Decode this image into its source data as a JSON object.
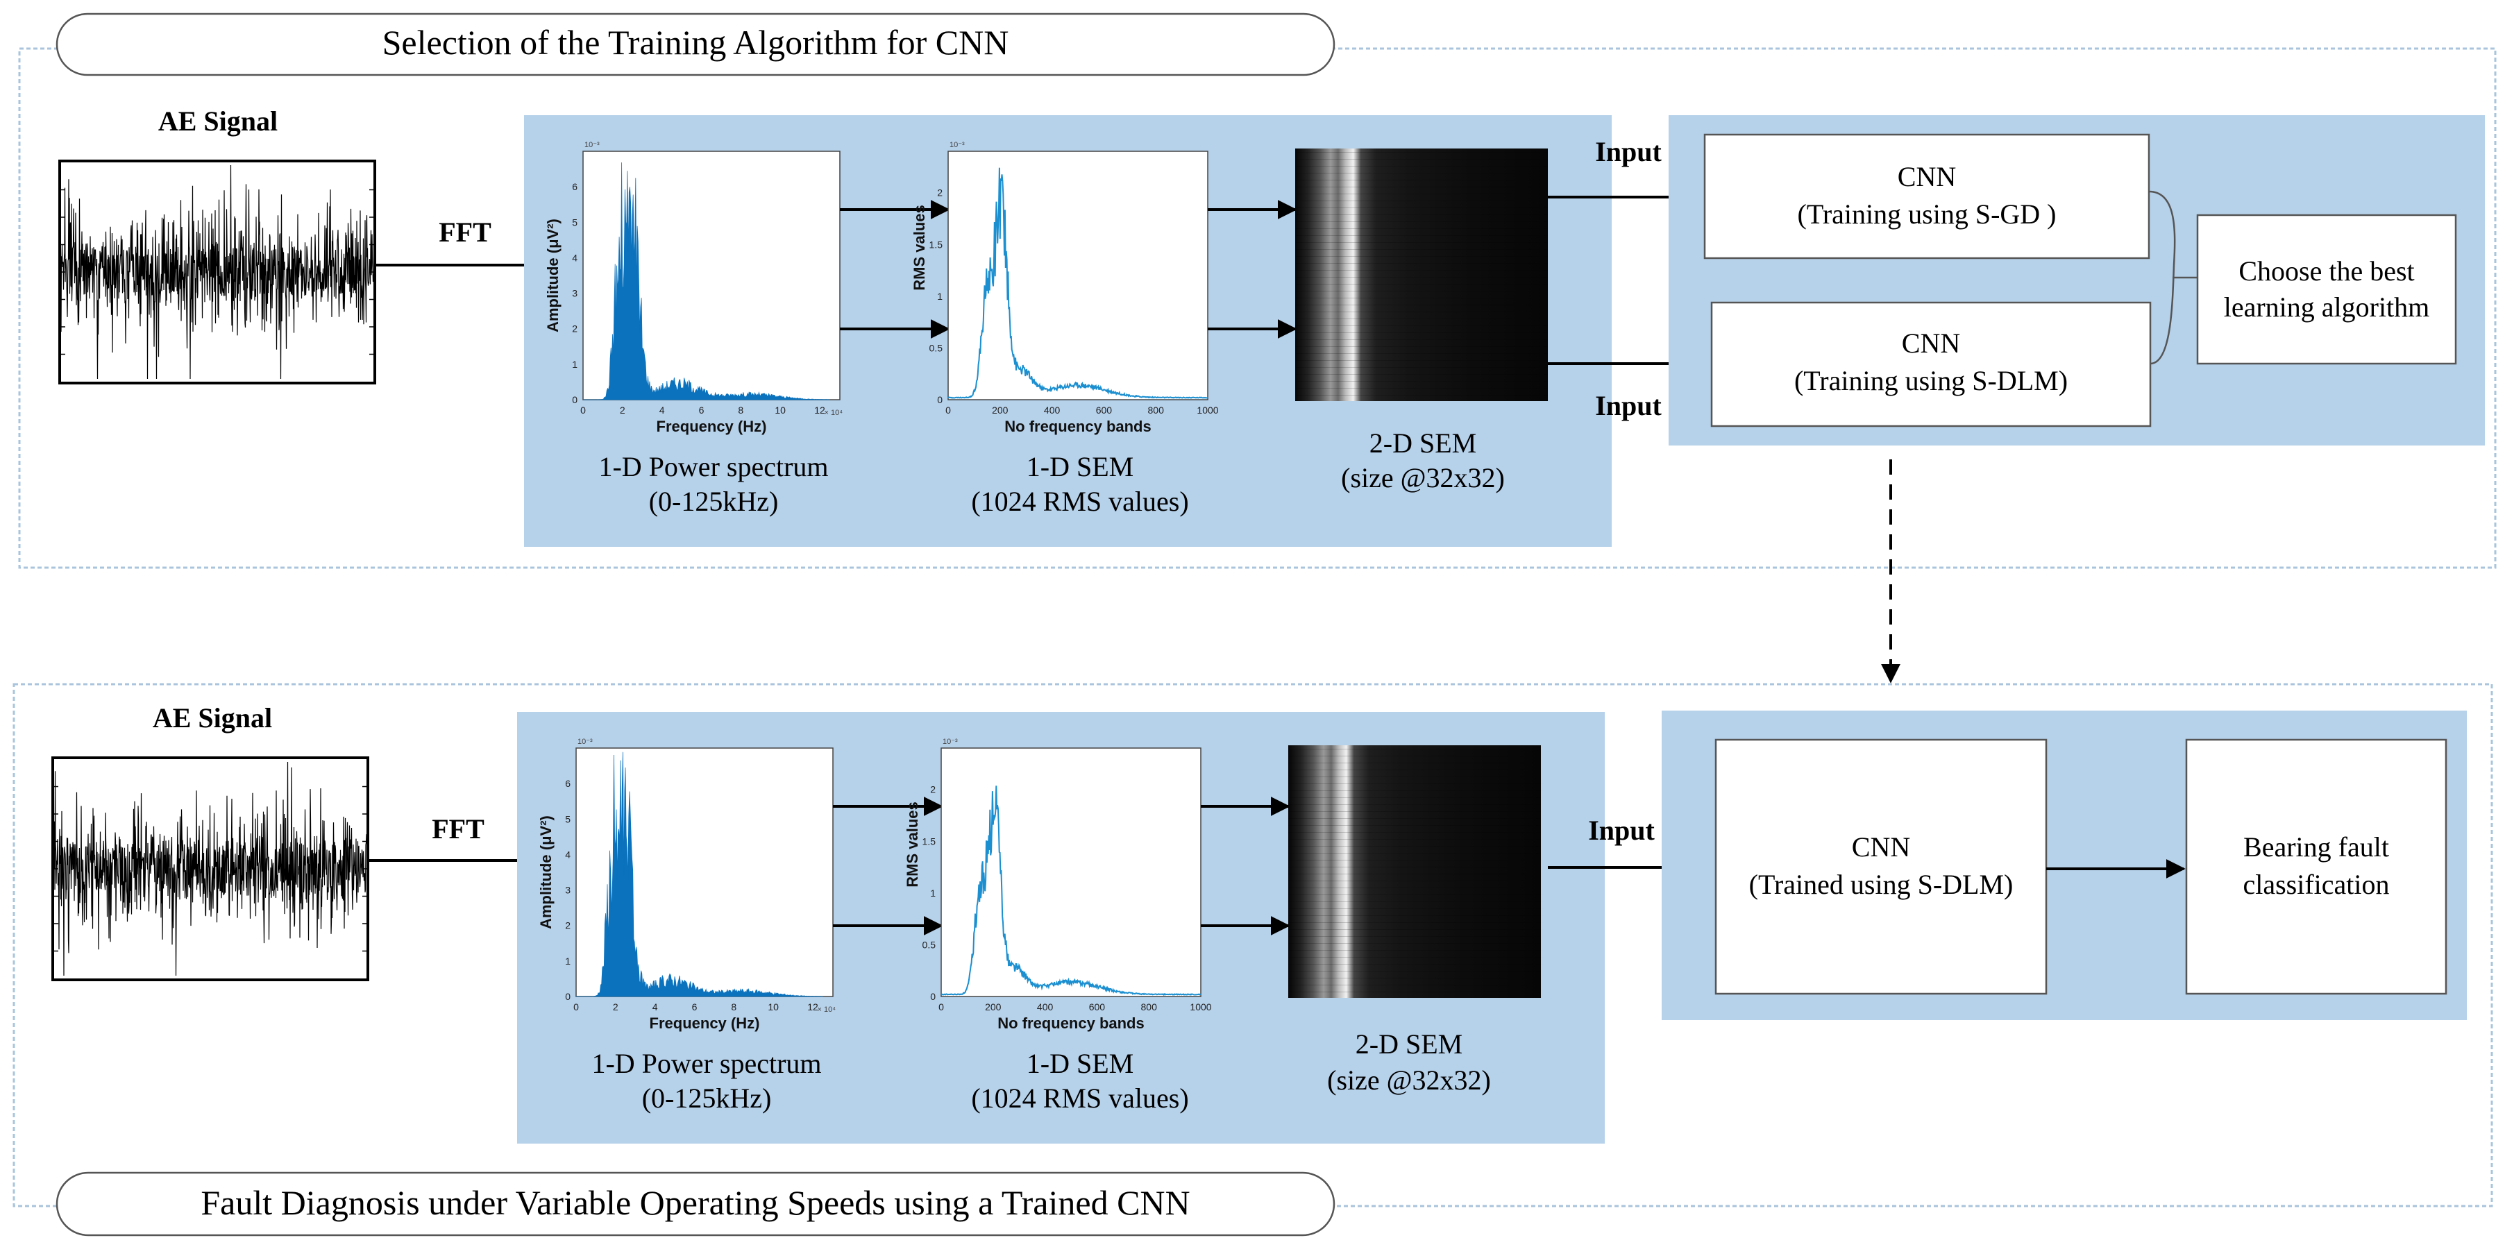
{
  "top_section": {
    "title": "Selection of the Training Algorithm for CNN",
    "signal_title": "AE Signal",
    "fft_label": "FFT",
    "power_spectrum": {
      "y_label": "Amplitude (μV²)",
      "x_label": "Frequency (Hz)",
      "exp_y": "10⁻³",
      "exp_x": "× 10⁴",
      "y_ticks": [
        "0",
        "1",
        "2",
        "3",
        "4",
        "5",
        "6"
      ],
      "x_ticks": [
        "0",
        "2",
        "4",
        "6",
        "8",
        "10",
        "12"
      ],
      "caption_line1": "1-D Power spectrum",
      "caption_line2": "(0-125kHz)"
    },
    "sem_1d": {
      "y_label": "RMS values",
      "x_label": "No frequency bands",
      "exp_y": "10⁻³",
      "y_ticks": [
        "0",
        "0.5",
        "1",
        "1.5",
        "2"
      ],
      "x_ticks": [
        "0",
        "200",
        "400",
        "600",
        "800",
        "1000"
      ],
      "caption_line1": "1-D SEM",
      "caption_line2": "(1024 RMS values)"
    },
    "sem_2d": {
      "caption_line1": "2-D SEM",
      "caption_line2": "(size @32x32)"
    },
    "input_label_1": "Input",
    "input_label_2": "Input",
    "cnn_sgd": {
      "line1": "CNN",
      "line2": "(Training using S-GD )"
    },
    "cnn_sdlm": {
      "line1": "CNN",
      "line2": "(Training using S-DLM)"
    },
    "choose": {
      "line1": "Choose the best",
      "line2": "learning algorithm"
    }
  },
  "bottom_section": {
    "title": "Fault Diagnosis under Variable Operating Speeds using a Trained CNN",
    "signal_title": "AE Signal",
    "fft_label": "FFT",
    "power_spectrum": {
      "y_label": "Amplitude (μV²)",
      "x_label": "Frequency (Hz)",
      "exp_y": "10⁻³",
      "exp_x": "× 10⁴",
      "y_ticks": [
        "0",
        "1",
        "2",
        "3",
        "4",
        "5",
        "6"
      ],
      "x_ticks": [
        "0",
        "2",
        "4",
        "6",
        "8",
        "10",
        "12"
      ],
      "caption_line1": "1-D Power spectrum",
      "caption_line2": "(0-125kHz)"
    },
    "sem_1d": {
      "y_label": "RMS values",
      "x_label": "No frequency bands",
      "exp_y": "10⁻³",
      "y_ticks": [
        "0",
        "0.5",
        "1",
        "1.5",
        "2"
      ],
      "x_ticks": [
        "0",
        "200",
        "400",
        "600",
        "800",
        "1000"
      ],
      "caption_line1": "1-D SEM",
      "caption_line2": "(1024 RMS values)"
    },
    "sem_2d": {
      "caption_line1": "2-D SEM",
      "caption_line2": "(size @32x32)"
    },
    "input_label": "Input",
    "cnn_trained": {
      "line1": "CNN",
      "line2": "(Trained using S-DLM)"
    },
    "classification": {
      "line1": "Bearing fault",
      "line2": "classification"
    }
  },
  "colors": {
    "panel_fill": "#b6d1ea",
    "section_border": "#a9c4dc",
    "spectrum_blue": "#0b72bd",
    "sem_line_blue": "#1b8fd0",
    "arrow": "#000000"
  }
}
